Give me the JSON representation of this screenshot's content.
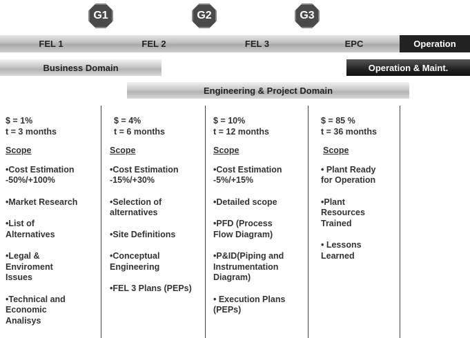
{
  "gates": [
    "G1",
    "G2",
    "G3"
  ],
  "phases": [
    "FEL 1",
    "FEL 2",
    "FEL 3",
    "EPC",
    "Operation"
  ],
  "domains": {
    "business": "Business Domain",
    "operation": "Operation & Maint.",
    "engineering": "Engineering & Project Domain"
  },
  "columns": [
    {
      "cost": "$ = 1%",
      "time": "t = 3 months",
      "scope_label": "Scope",
      "items": [
        "•Cost Estimation\n   -50%/+100%",
        "•Market Research",
        "•List of\n  Alternatives",
        "•Legal &\n  Enviroment\n  Issues",
        "•Technical and\n  Economic\n  Analisys"
      ]
    },
    {
      "cost": "$ = 4%",
      "time": "t = 6 months",
      "scope_label": "Scope",
      "items": [
        "•Cost Estimation\n   -15%/+30%",
        "•Selection of\n  alternatives",
        "•Site Definitions",
        "•Conceptual\n  Engineering",
        "•FEL 3 Plans (PEPs)"
      ]
    },
    {
      "cost": "$ = 10%",
      "time": "t = 12 months",
      "scope_label": "Scope",
      "items": [
        "•Cost Estimation\n   -5%/+15%",
        "•Detailed scope",
        "•PFD (Process\n  Flow Diagram)",
        "•P&ID(Piping and\n  Instrumentation\n  Diagram)",
        "• Execution Plans\n  (PEPs)"
      ]
    },
    {
      "cost": "$ = 85 %",
      "time": "t = 36 months",
      "scope_label": "Scope",
      "items": [
        "• Plant Ready\n  for Operation",
        "•Plant\n  Resources\n  Trained",
        "• Lessons\n  Learned"
      ]
    }
  ]
}
